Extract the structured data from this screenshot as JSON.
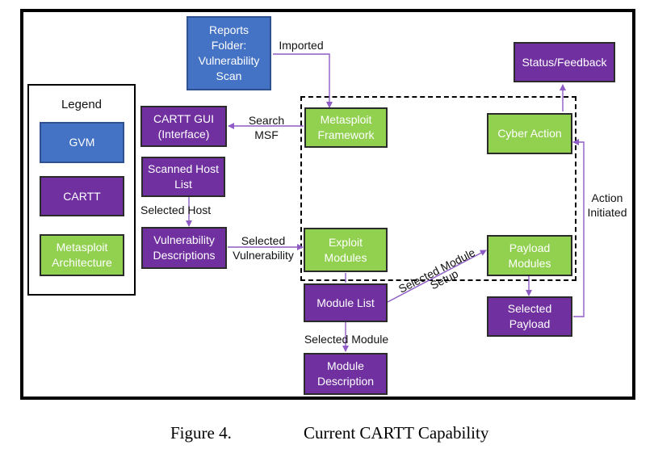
{
  "legend": {
    "title": "Legend",
    "items": [
      "GVM",
      "CARTT",
      "Metasploit\nArchitecture"
    ]
  },
  "nodes": {
    "reports_folder": "Reports\nFolder:\nVulnerability\nScan",
    "status_feedback": "Status/Feedback",
    "cartt_gui": "CARTT GUI\n(Interface)",
    "metasploit_framework": "Metasploit\nFramework",
    "cyber_action": "Cyber Action",
    "scanned_host_list": "Scanned Host\nList",
    "vulnerability_descriptions": "Vulnerability\nDescriptions",
    "exploit_modules": "Exploit\nModules",
    "payload_modules": "Payload\nModules",
    "module_list": "Module List",
    "selected_payload": "Selected\nPayload",
    "module_description": "Module\nDescription"
  },
  "edge_labels": {
    "imported": "Imported",
    "search_msf": "Search\nMSF",
    "selected_host": "Selected Host",
    "selected_vulnerability": "Selected\nVulnerability",
    "selected_module_setup_1": "Selected Module",
    "selected_module_setup_2": "Setup",
    "action_initiated": "Action\nInitiated",
    "selected_module": "Selected Module"
  },
  "caption": {
    "number": "Figure 4.",
    "title": "Current CARTT Capability"
  },
  "colors": {
    "gvm": "#4472c4",
    "cartt": "#7030a0",
    "metasploit": "#92d050",
    "connector": "#8e5cc4"
  }
}
